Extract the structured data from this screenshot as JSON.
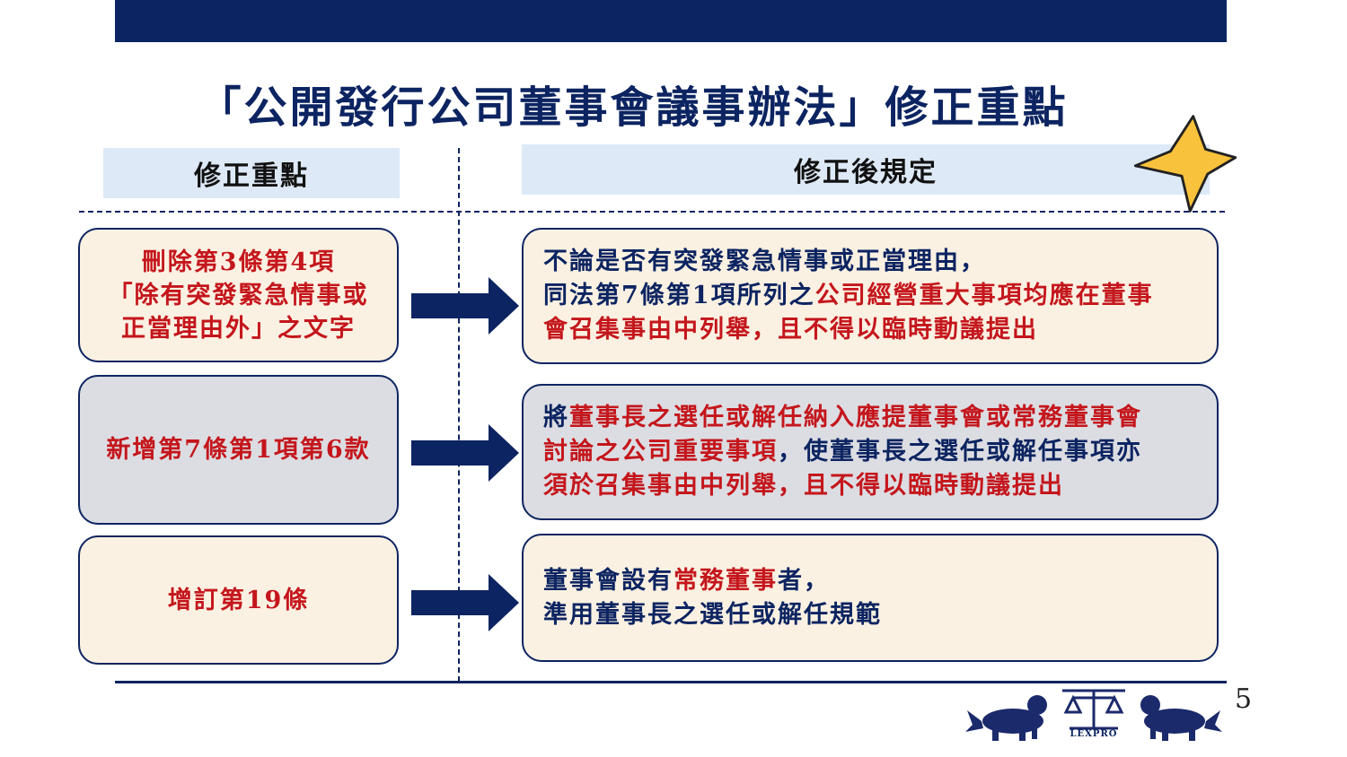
{
  "title": "「公開發行公司董事會議事辦法」修正重點",
  "headers": {
    "left": "修正重點",
    "right": "修正後規定"
  },
  "rows": [
    {
      "left_lines": [
        "刪除第3條第4項",
        "「除有突發緊急情事或",
        "正當理由外」之文字"
      ],
      "right_lines": [
        [
          {
            "t": "不論是否有突發緊急情事或正當理由，",
            "c": "navy"
          }
        ],
        [
          {
            "t": "同法第7條第1項所列之",
            "c": "navy"
          },
          {
            "t": "公司經營重大事項均",
            "c": "red"
          },
          {
            "t": "應在董事",
            "c": "red"
          }
        ],
        [
          {
            "t": "會召集事由中列舉，且不得以臨時動議提出",
            "c": "red"
          }
        ]
      ]
    },
    {
      "left_lines": [
        "新增第7條第1項第6款"
      ],
      "right_lines": [
        [
          {
            "t": "將",
            "c": "navy"
          },
          {
            "t": "董事長之選任或解任納入應提董事會或常務董事會",
            "c": "red"
          }
        ],
        [
          {
            "t": "討論之公司重要事項",
            "c": "red"
          },
          {
            "t": "，使董事長之選任或解任事項亦",
            "c": "navy"
          }
        ],
        [
          {
            "t": "須於召集事由中列舉，且不得以臨時動議提出",
            "c": "red"
          }
        ]
      ]
    },
    {
      "left_lines": [
        "增訂第19條"
      ],
      "right_lines": [
        [
          {
            "t": "董事會設有",
            "c": "navy"
          },
          {
            "t": "常務董事",
            "c": "red"
          },
          {
            "t": "者，",
            "c": "navy"
          }
        ],
        [
          {
            "t": "準用董事長之選任或解任規範",
            "c": "navy"
          }
        ]
      ]
    }
  ],
  "page_number": "5",
  "logo_text": "LEXPRO",
  "icons": {
    "star": "star-icon",
    "arrow": "right-arrow-icon",
    "logo": "lexpro-logo"
  },
  "colors": {
    "navy": "#0c2461",
    "red": "#c4161c",
    "cream": "#fbf1e2",
    "grey": "#dcdde2",
    "header": "#dde9f7",
    "star": "#f9c23c"
  }
}
